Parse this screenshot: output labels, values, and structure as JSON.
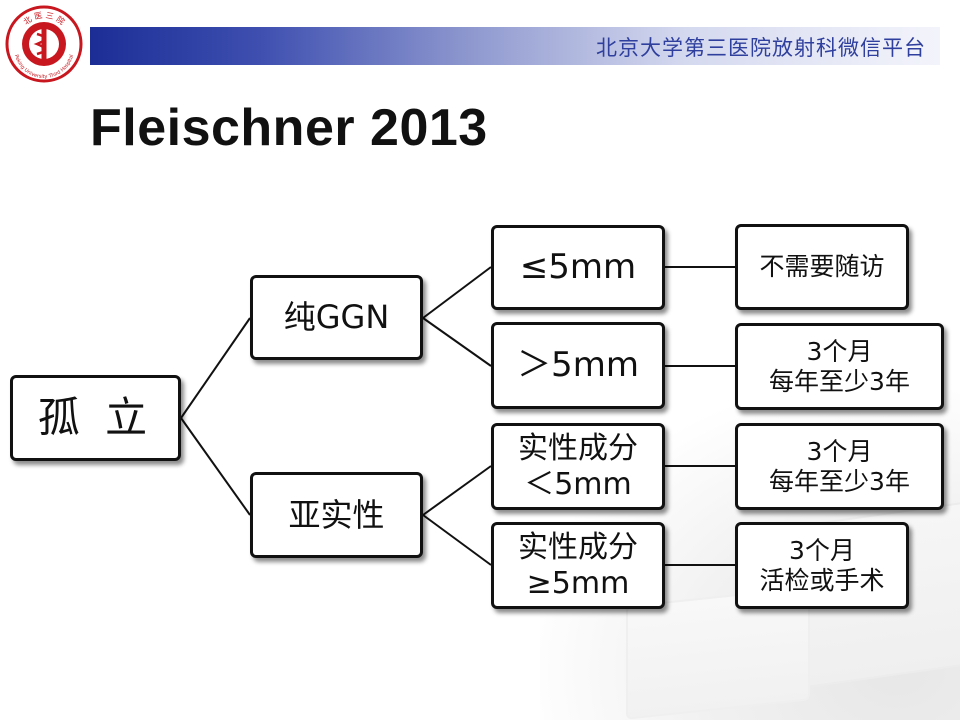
{
  "header": {
    "banner_text": "北京大学第三医院放射科微信平台",
    "logo_top_text": "北 医 三 院",
    "logo_bottom_text": "Peking University Third Hospital"
  },
  "title": "Fleischner 2013",
  "colors": {
    "banner_dark": "#1c2d96",
    "banner_text": "#2f3f9e",
    "logo_red": "#c8171e",
    "box_border": "#111111"
  },
  "tree": {
    "root": {
      "label": "孤 立"
    },
    "branches": [
      {
        "label": "纯GGN",
        "children": [
          {
            "lines": [
              "≤5mm"
            ],
            "result": [
              "不需要随访"
            ]
          },
          {
            "lines": [
              "＞5mm"
            ],
            "result": [
              "3个月",
              "每年至少3年"
            ]
          }
        ]
      },
      {
        "label": "亚实性",
        "children": [
          {
            "lines": [
              "实性成分",
              "＜5mm"
            ],
            "result": [
              "3个月",
              "每年至少3年"
            ]
          },
          {
            "lines": [
              "实性成分",
              "≥5mm"
            ],
            "result": [
              "3个月",
              "活检或手术"
            ]
          }
        ]
      }
    ]
  }
}
